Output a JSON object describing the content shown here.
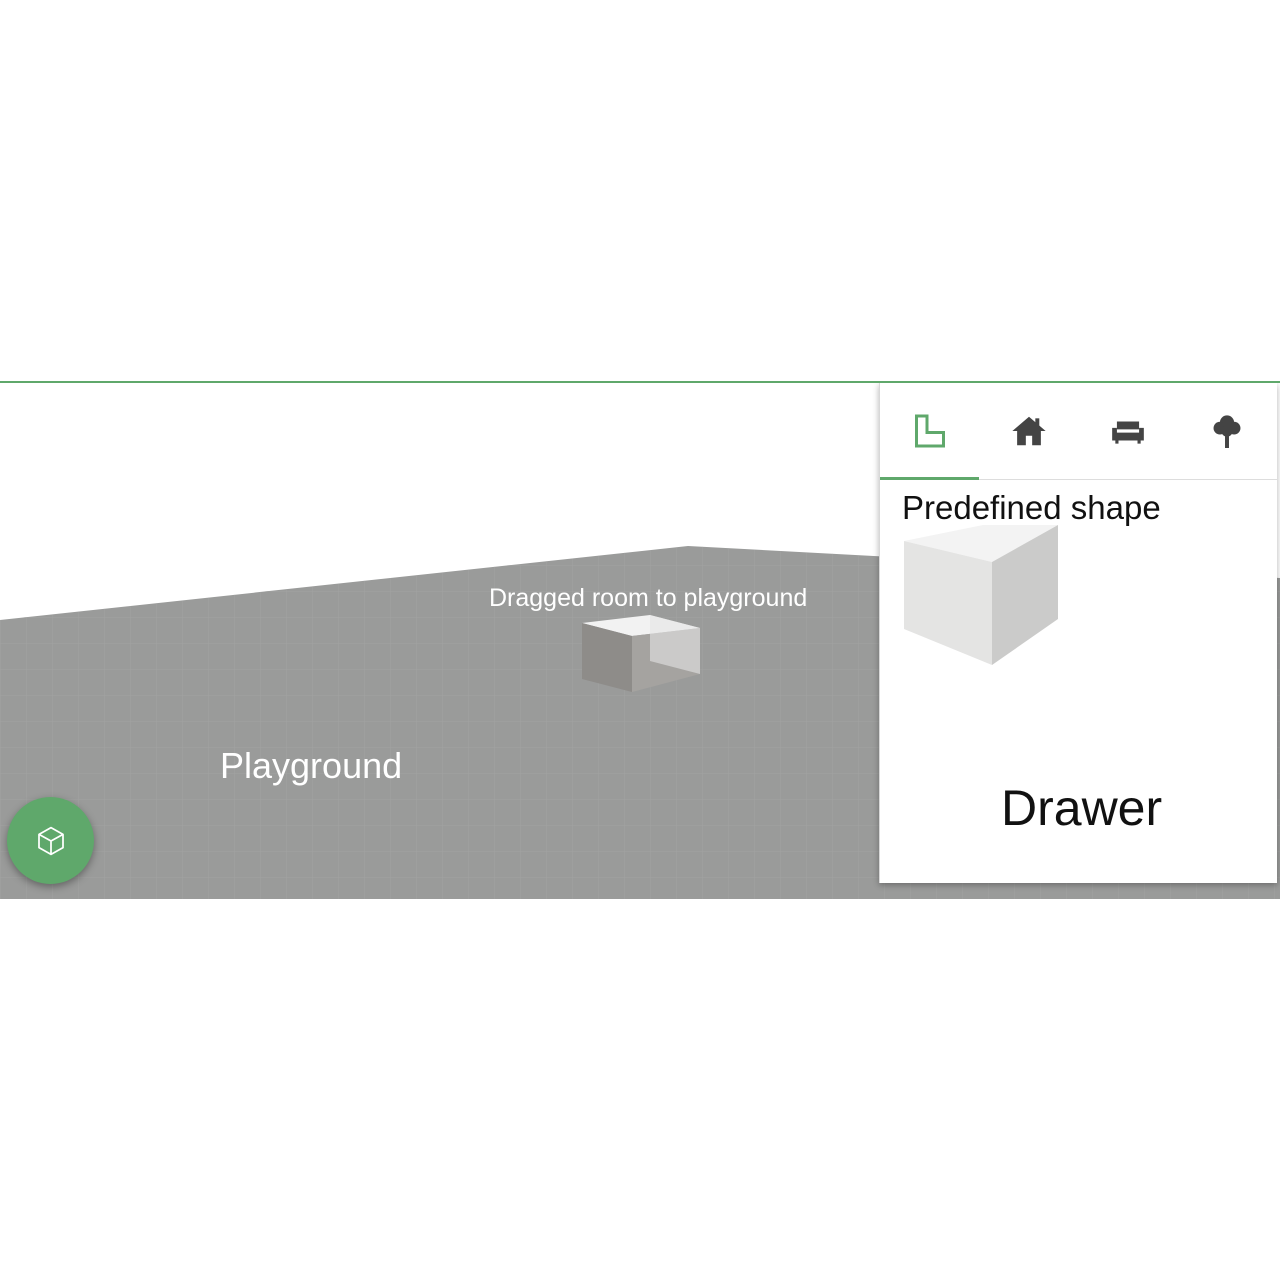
{
  "viewport": {
    "annotation_dragged": "Dragged room to playground",
    "annotation_playground": "Playground",
    "fab_icon": "cube-icon"
  },
  "drawer": {
    "tabs": [
      {
        "icon": "room-shape-icon",
        "active": true
      },
      {
        "icon": "home-icon",
        "active": false
      },
      {
        "icon": "sofa-icon",
        "active": false
      },
      {
        "icon": "tree-icon",
        "active": false
      }
    ],
    "section_title": "Predefined shape",
    "shape_icon": "cube-shape",
    "label": "Drawer"
  },
  "colors": {
    "accent": "#5fa86b",
    "floor": "#9a9b9a",
    "icon": "#444444"
  }
}
